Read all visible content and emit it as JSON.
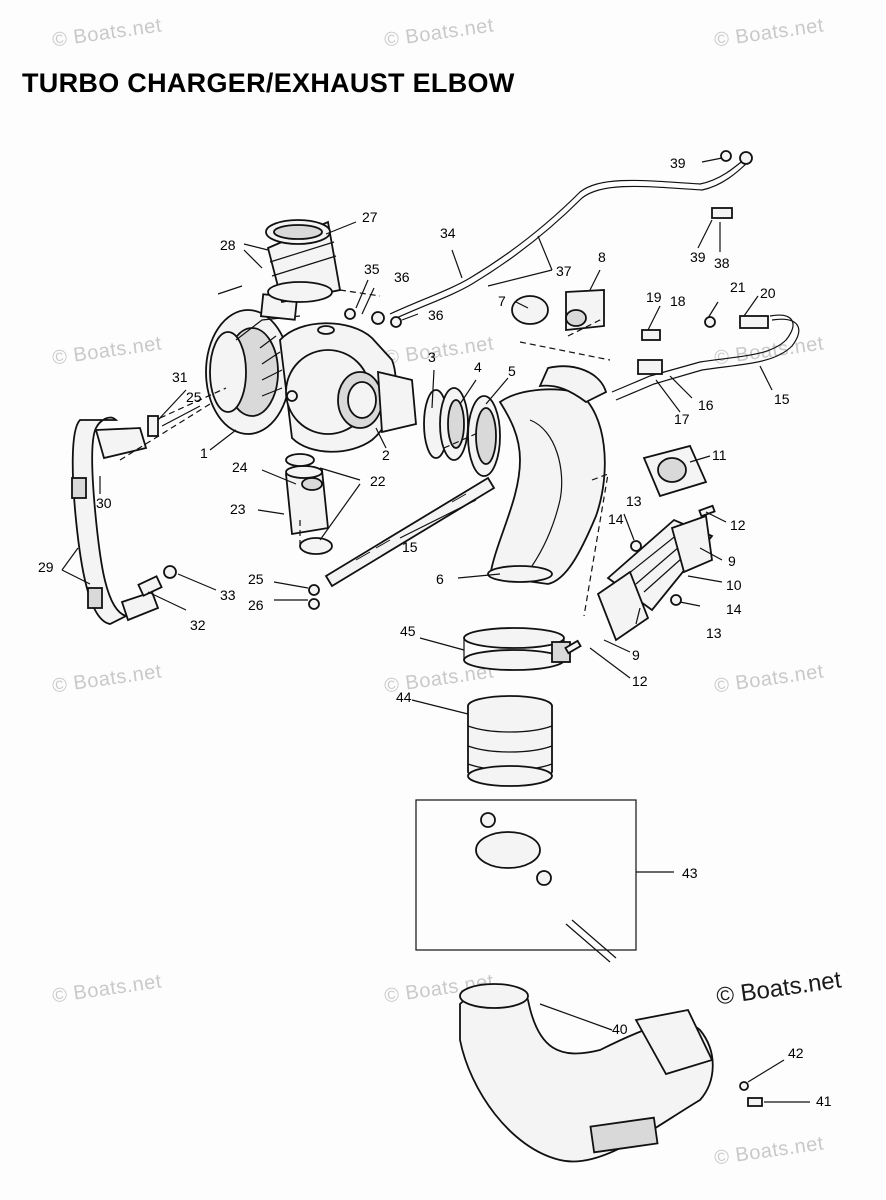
{
  "title": "TURBO CHARGER/EXHAUST ELBOW",
  "watermarks": [
    "© Boats.net",
    "© Boats.net",
    "© Boats.net",
    "© Boats.net",
    "© Boats.net",
    "© Boats.net",
    "© Boats.net",
    "© Boats.net",
    "© Boats.net",
    "© Boats.net",
    "© Boats.net",
    "© Boats.net"
  ],
  "copyright": "© Boats.net",
  "callouts": {
    "c1": "1",
    "c2": "2",
    "c3": "3",
    "c4": "4",
    "c5": "5",
    "c6": "6",
    "c7": "7",
    "c8": "8",
    "c9a": "9",
    "c9b": "9",
    "c10": "10",
    "c11": "11",
    "c12a": "12",
    "c12b": "12",
    "c13a": "13",
    "c13b": "13",
    "c14a": "14",
    "c14b": "14",
    "c15a": "15",
    "c15b": "15",
    "c16": "16",
    "c17": "17",
    "c18": "18",
    "c19": "19",
    "c20": "20",
    "c21": "21",
    "c22": "22",
    "c23": "23",
    "c24": "24",
    "c25a": "25",
    "c25b": "25",
    "c26": "26",
    "c27": "27",
    "c28": "28",
    "c29": "29",
    "c30": "30",
    "c31": "31",
    "c32": "32",
    "c33": "33",
    "c34": "34",
    "c35": "35",
    "c36a": "36",
    "c36b": "36",
    "c37": "37",
    "c38": "38",
    "c39a": "39",
    "c39b": "39",
    "c40": "40",
    "c41": "41",
    "c42": "42",
    "c43": "43",
    "c44": "44",
    "c45": "45"
  }
}
